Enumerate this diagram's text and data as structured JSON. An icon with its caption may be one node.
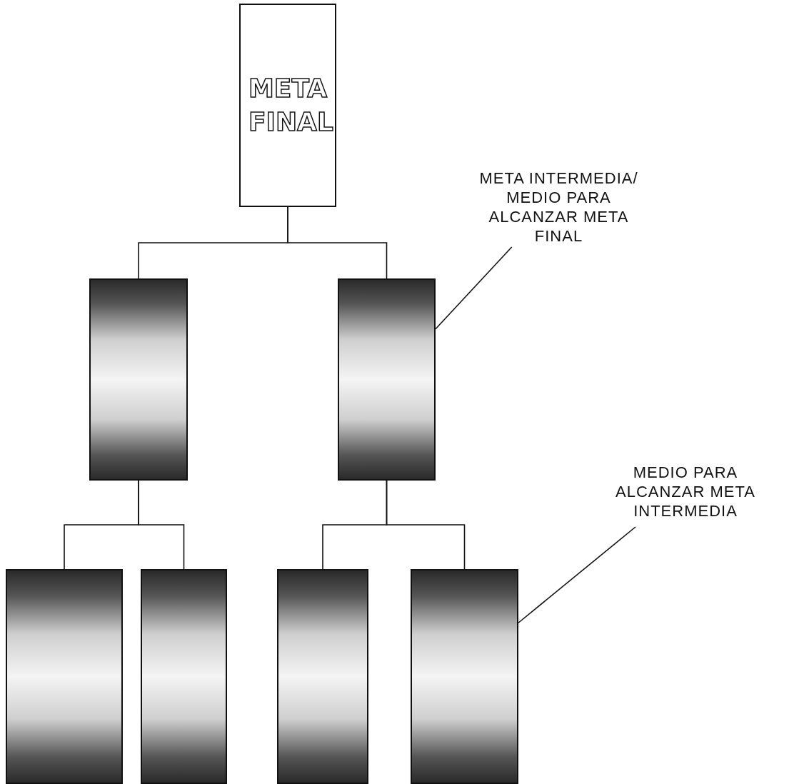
{
  "diagram": {
    "nodes": [
      {
        "text": [
          "META FINAL"
        ]
      },
      {
        "text": [],
        "shape": "box"
      },
      {
        "text": [],
        "shape": "box"
      },
      {
        "text": [],
        "shape": "box"
      },
      {
        "text": [],
        "shape": "box"
      },
      {
        "text": [],
        "shape": "box"
      },
      {
        "text": [],
        "shape": "box"
      },
      {
        "text": [
          "META INTERMEDIA/ MEDIO PARA ALCANZAR META FINAL"
        ]
      },
      {
        "text": [
          "MEDIO PARA ALCANZAR META INTERMEDIA"
        ]
      }
    ],
    "edges": [
      {
        "from": 0,
        "to": 1,
        "arrow": "none"
      },
      {
        "from": 0,
        "to": 2,
        "arrow": "none"
      },
      {
        "from": 1,
        "to": 3,
        "arrow": "none"
      },
      {
        "from": 1,
        "to": 4,
        "arrow": "none"
      },
      {
        "from": 2,
        "to": 5,
        "arrow": "none"
      },
      {
        "from": 2,
        "to": 6,
        "arrow": "none"
      },
      {
        "from": 7,
        "to": 2,
        "arrow": "none"
      },
      {
        "from": 8,
        "to": 6,
        "arrow": "none"
      }
    ]
  }
}
